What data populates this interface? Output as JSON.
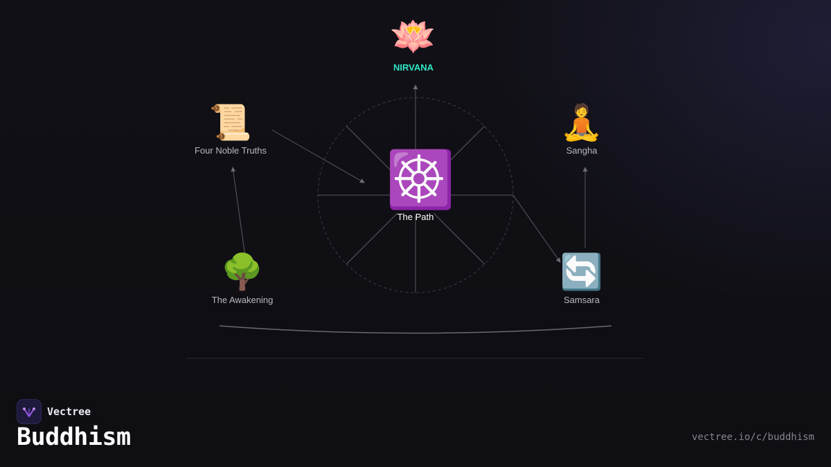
{
  "nodes": {
    "nirvana": {
      "label": "NIRVANA",
      "icon": "lotus-icon",
      "glyph": "🪷"
    },
    "truths": {
      "label": "Four Noble Truths",
      "icon": "scroll-icon",
      "glyph": "📜"
    },
    "sangha": {
      "label": "Sangha",
      "icon": "meditating-person-icon",
      "glyph": "🧘"
    },
    "path": {
      "label": "The Path",
      "icon": "dharma-wheel-icon",
      "glyph": "☸️"
    },
    "awakening": {
      "label": "The Awakening",
      "icon": "tree-icon",
      "glyph": "🌳"
    },
    "samsara": {
      "label": "Samsara",
      "icon": "cycle-arrows-icon",
      "glyph": "🔄"
    }
  },
  "footer": {
    "brand_name": "Vectree",
    "title": "Buddhism",
    "url": "vectree.io/c/buddhism"
  },
  "colors": {
    "background": "#111016",
    "accent": "#2ee6c4",
    "line": "#5a5a62"
  }
}
